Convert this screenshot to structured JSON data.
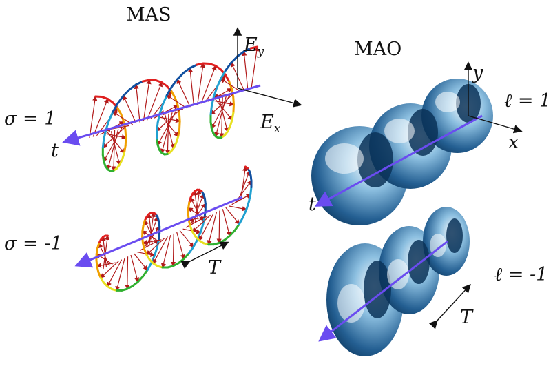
{
  "titles": {
    "left": "MAS",
    "right": "MAO"
  },
  "labels": {
    "sigma_pos": "σ = 1",
    "sigma_neg": "σ = -1",
    "ell_pos": "ℓ = 1",
    "ell_neg": "ℓ = -1",
    "t_left": "t",
    "t_right": "t",
    "T_left": "T",
    "T_right": "T",
    "Ex_base": "E",
    "Ex_sub": "x",
    "Ey_base": "E",
    "Ey_sub": "y",
    "x_axis": "x",
    "y_axis": "y"
  },
  "colors": {
    "propagation_axis": "#6a4cf0",
    "field_arrows": "#b11a1a",
    "helix_gradient": [
      "#e02020",
      "#f0a000",
      "#e8e020",
      "#30b030",
      "#20a0d0",
      "#1050a0",
      "#202020"
    ],
    "oam_surface": [
      "#ffffff",
      "#5a9ac8",
      "#0b3d66"
    ]
  }
}
